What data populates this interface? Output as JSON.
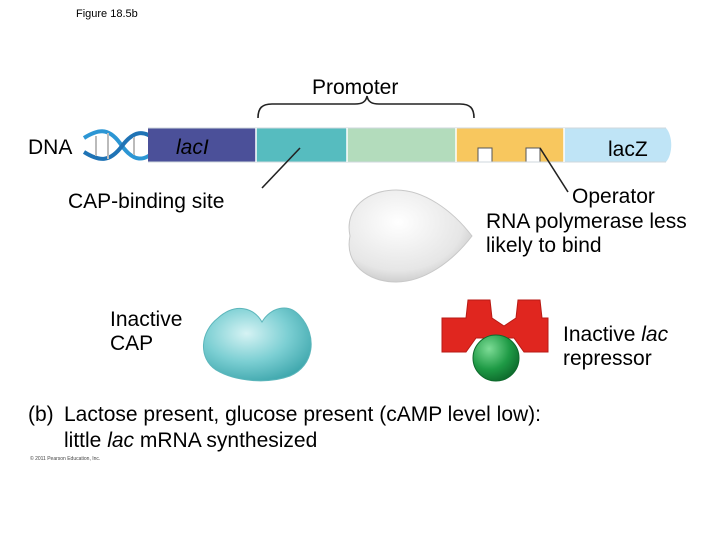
{
  "figure_label": "Figure 18.5b",
  "labels": {
    "promoter": "Promoter",
    "dna": "DNA",
    "lacI": "lacI",
    "lacZ": "lacZ",
    "cap_binding_site": "CAP-binding site",
    "operator": "Operator",
    "rna_polymerase": "RNA polymerase less likely to bind",
    "inactive_cap": "Inactive CAP",
    "inactive_repressor_prefix": "Inactive ",
    "inactive_repressor_italic": "lac",
    "inactive_repressor_suffix": "repressor"
  },
  "caption": {
    "letter": "(b)",
    "line1": "Lactose present, glucose present (cAMP level low):",
    "line2_before": "little ",
    "line2_italic": "lac",
    "line2_after": " mRNA synthesized"
  },
  "copyright": "© 2011 Pearson Education, Inc.",
  "colors": {
    "lacI_segment": "#4b5099",
    "cap_site_segment": "#56bcbf",
    "rna_pol_segment": "#b3dcbc",
    "operator_segment": "#f8c75e",
    "lacZ_segment": "#bfe4f6",
    "dna_helix": "#2c96d4",
    "repressor": "#e0261f",
    "inducer": "#1e9a45",
    "cap": "#7ccfd3",
    "rna_polymerase": "#e3e3e3"
  }
}
